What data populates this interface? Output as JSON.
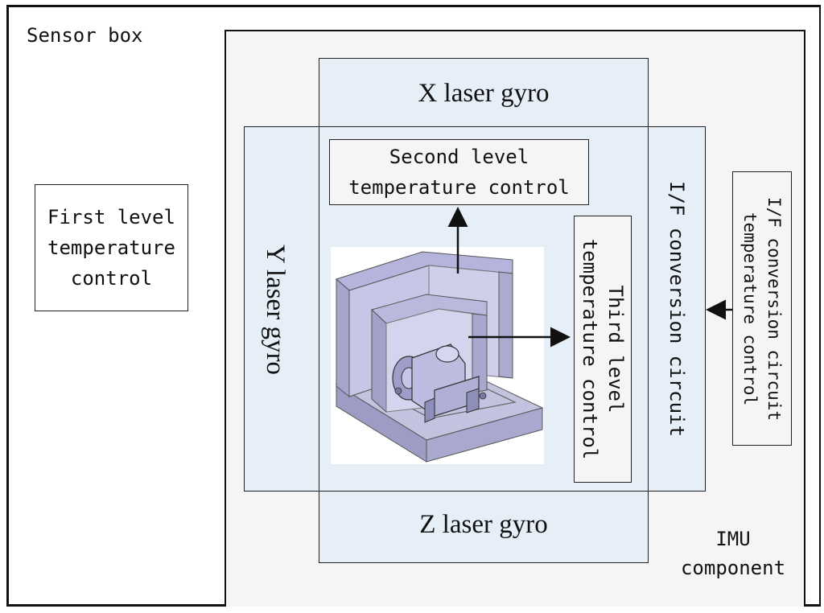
{
  "diagram": {
    "sensor_box_label": "Sensor box",
    "first_level_label": "First level\ntemperature\ncontrol",
    "imu_component_label": "IMU\ncomponent",
    "x_gyro_label": "X laser gyro",
    "y_gyro_label": "Y laser gyro",
    "z_gyro_label": "Z laser gyro",
    "second_level_label": "Second level\ntemperature control",
    "third_level_label": "Third level\ntemperature control",
    "if_circuit_label": "I/F conversion circuit",
    "if_temp_label": "I/F conversion circuit\ntemperature control"
  }
}
